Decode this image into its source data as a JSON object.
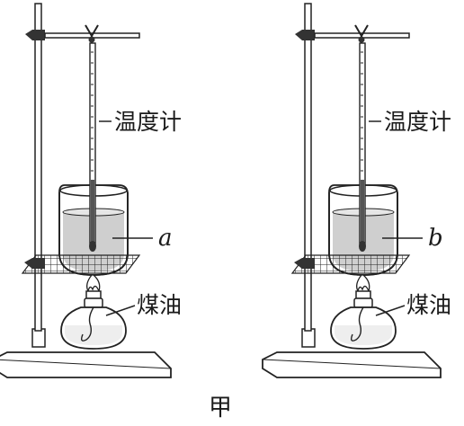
{
  "setups": [
    {
      "thermometer_label": "温度计",
      "beaker_label": "a",
      "burner_label": "煤油"
    },
    {
      "thermometer_label": "温度计",
      "beaker_label": "b",
      "burner_label": "煤油"
    }
  ],
  "caption": "甲",
  "colors": {
    "ink": "#1a1a1a",
    "liquid": "#cfcfcf"
  }
}
